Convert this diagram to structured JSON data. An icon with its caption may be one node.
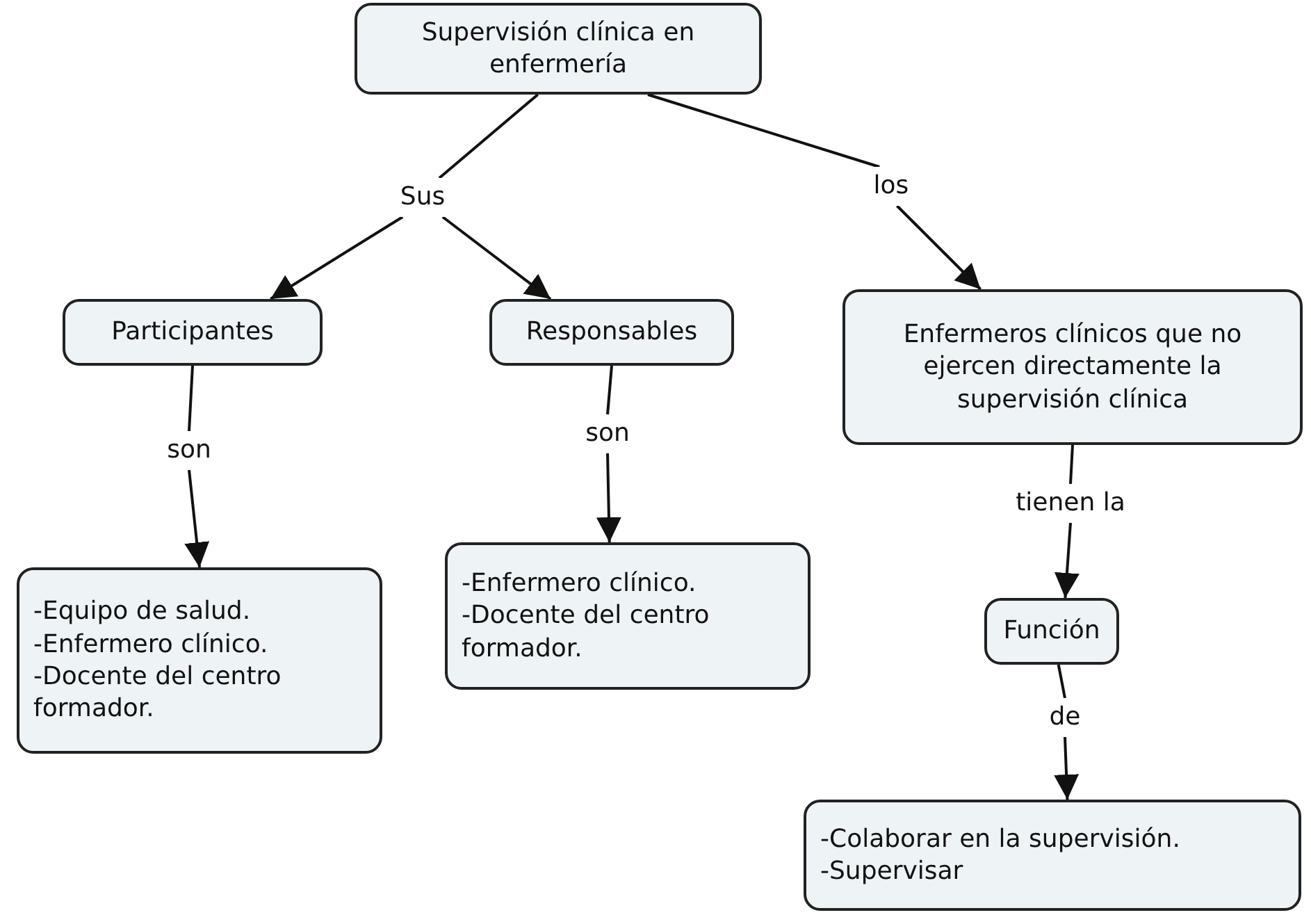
{
  "diagram": {
    "nodes": [
      {
        "text": [
          "Supervisión clínica en enfermería"
        ]
      },
      {
        "text": [
          "Sus"
        ]
      },
      {
        "text": [
          "los"
        ]
      },
      {
        "text": [
          "Participantes"
        ]
      },
      {
        "text": [
          "Responsables"
        ]
      },
      {
        "text": [
          "Enfermeros clínicos que no ejercen directamente la supervisión clínica"
        ]
      },
      {
        "text": [
          "son"
        ]
      },
      {
        "text": [
          "son"
        ]
      },
      {
        "text": [
          "tienen la"
        ]
      },
      {
        "text": [
          "Función"
        ]
      },
      {
        "text": [
          "de"
        ]
      },
      {
        "text": [
          "-Equipo de salud.",
          "-Enfermero clínico.",
          "-Docente del centro formador."
        ]
      },
      {
        "text": [
          "-Enfermero clínico.",
          "-Docente del centro formador."
        ]
      },
      {
        "text": [
          "-Colaborar en la supervisión.",
          "-Supervisar"
        ]
      }
    ],
    "edges": [
      {
        "from": 0,
        "to": 1,
        "arrow": "none"
      },
      {
        "from": 1,
        "to": 3,
        "arrow": "to"
      },
      {
        "from": 1,
        "to": 4,
        "arrow": "to"
      },
      {
        "from": 0,
        "to": 2,
        "arrow": "none"
      },
      {
        "from": 2,
        "to": 5,
        "arrow": "to"
      },
      {
        "from": 3,
        "to": 6,
        "arrow": "none"
      },
      {
        "from": 6,
        "to": 11,
        "arrow": "to"
      },
      {
        "from": 4,
        "to": 7,
        "arrow": "none"
      },
      {
        "from": 7,
        "to": 12,
        "arrow": "to"
      },
      {
        "from": 5,
        "to": 8,
        "arrow": "none"
      },
      {
        "from": 8,
        "to": 9,
        "arrow": "to"
      },
      {
        "from": 9,
        "to": 10,
        "arrow": "none"
      },
      {
        "from": 10,
        "to": 13,
        "arrow": "to"
      }
    ]
  }
}
